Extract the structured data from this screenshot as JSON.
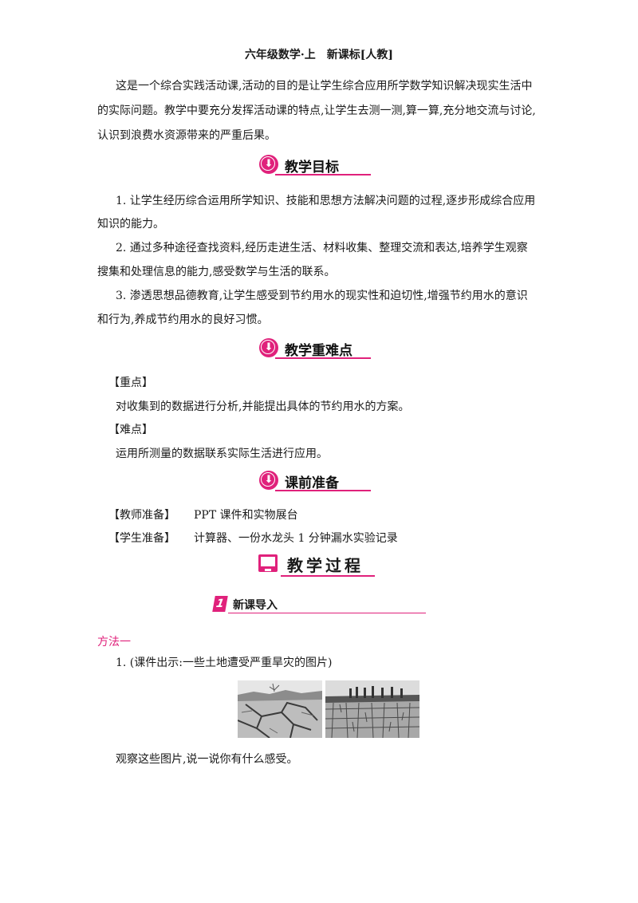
{
  "header": {
    "title": "六年级数学·上　新课标[人教]"
  },
  "intro": [
    "这是一个综合实践活动课,活动的目的是让学生综合应用所学数学知识解决现实生活中",
    "的实际问题。教学中要充分发挥活动课的特点,让学生去测一测,算一算,充分地交流与讨论,",
    "认识到浪费水资源带来的严重后果。"
  ],
  "sections": {
    "goals": {
      "title": "教学目标",
      "lines": [
        "1. 让学生经历综合运用所学知识、技能和思想方法解决问题的过程,逐步形成综合应用",
        "知识的能力。",
        "2. 通过多种途径查找资料,经历走进生活、材料收集、整理交流和表达,培养学生观察",
        "搜集和处理信息的能力,感受数学与生活的联系。",
        "3. 渗透思想品德教育,让学生感受到节约用水的现实性和迫切性,增强节约用水的意识",
        "和行为,养成节约用水的良好习惯。"
      ]
    },
    "key_points": {
      "title": "教学重难点",
      "key_label": "【重点】",
      "key_text": "对收集到的数据进行分析,并能提出具体的节约用水的方案。",
      "difficulty_label": "【难点】",
      "difficulty_text": "运用所测量的数据联系实际生活进行应用。"
    },
    "preparation": {
      "title": "课前准备",
      "teacher_label": "【教师准备】",
      "teacher_text": "PPT 课件和实物展台",
      "student_label": "【学生准备】",
      "student_text": "计算器、一份水龙头 1 分钟漏水实验记录"
    },
    "process": {
      "title": "教学过程",
      "sub_number": "1",
      "sub_title": "新课导入",
      "method": "方法一",
      "item1": "1. (课件出示:一些土地遭受严重旱灾的图片)",
      "question": "观察这些图片,说一说你有什么感受。"
    }
  },
  "colors": {
    "accent": "#e0217b",
    "text": "#1a1a1a"
  },
  "icons": [
    "download-arrow-icon",
    "monitor-icon"
  ]
}
